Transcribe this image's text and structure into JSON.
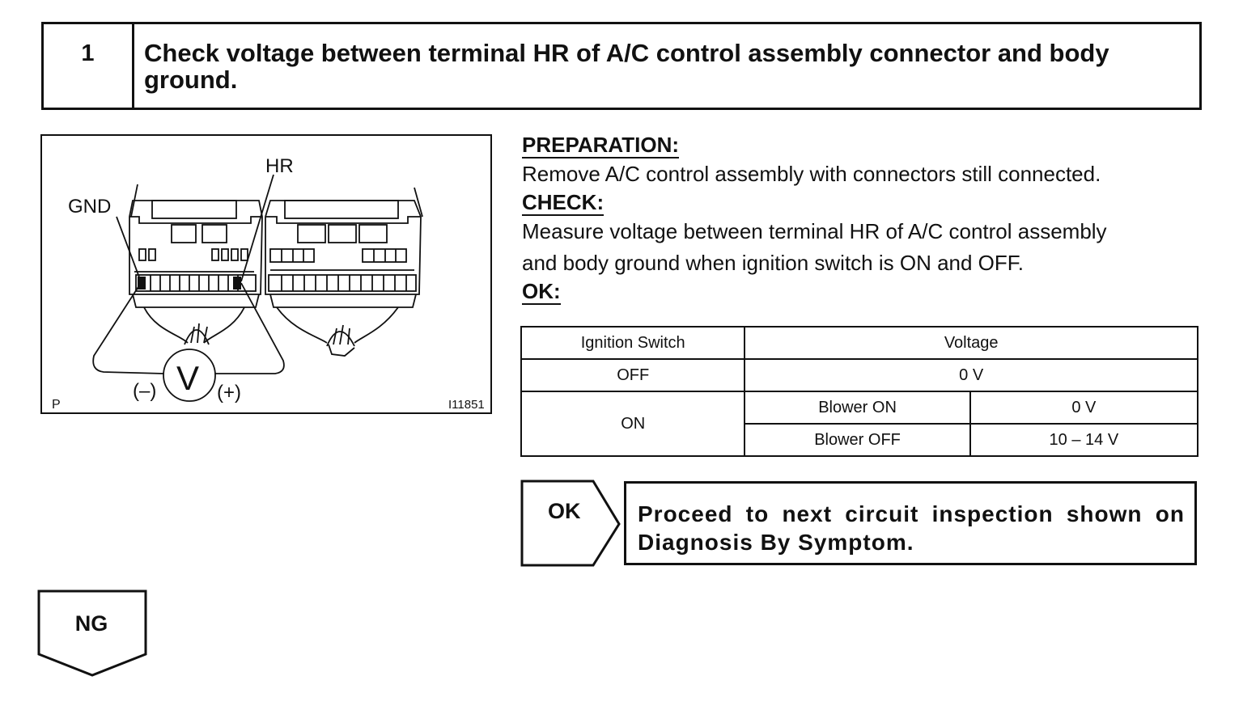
{
  "step": {
    "number": "1",
    "title": "Check voltage between terminal HR of A/C control assembly connector and body ground."
  },
  "figure": {
    "label_hr": "HR",
    "label_gnd": "GND",
    "label_minus": "(–)",
    "label_plus": "(+)",
    "label_v": "V",
    "label_p": "P",
    "figure_id": "I11851",
    "icon": "voltmeter-connector-diagram"
  },
  "preparation": {
    "heading": "PREPARATION:",
    "text": "Remove A/C control assembly with connectors still connected."
  },
  "check": {
    "heading": "CHECK:",
    "text_line1": "Measure voltage between terminal HR of A/C control assembly",
    "text_line2": "and body ground when ignition switch is ON and OFF."
  },
  "ok": {
    "heading": "OK:"
  },
  "table": {
    "header_ignition": "Ignition Switch",
    "header_voltage": "Voltage",
    "row_off_switch": "OFF",
    "row_off_voltage": "0 V",
    "row_on_switch": "ON",
    "row_on_blower_on": "Blower ON",
    "row_on_blower_on_voltage": "0 V",
    "row_on_blower_off": "Blower OFF",
    "row_on_blower_off_voltage": "10 – 14 V"
  },
  "result_ok": {
    "label": "OK",
    "text": "Proceed to next circuit inspection shown on Diagnosis By Symptom."
  },
  "result_ng": {
    "label": "NG"
  }
}
